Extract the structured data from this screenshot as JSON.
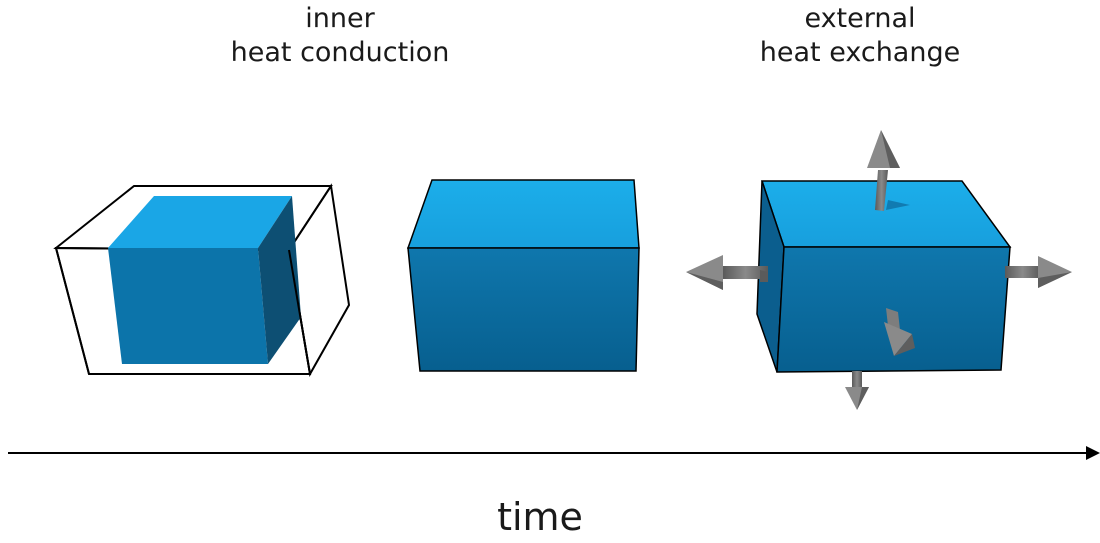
{
  "labels": {
    "inner_line1": "inner",
    "inner_line2": "heat conduction",
    "external_line1": "external",
    "external_line2": "heat exchange",
    "time": "time"
  },
  "colors": {
    "cube_front": "#0a6b9d",
    "cube_top": "#1ba8e8",
    "cube_side": "#0b4f78",
    "arrow": "#777777",
    "outline": "#000000"
  }
}
